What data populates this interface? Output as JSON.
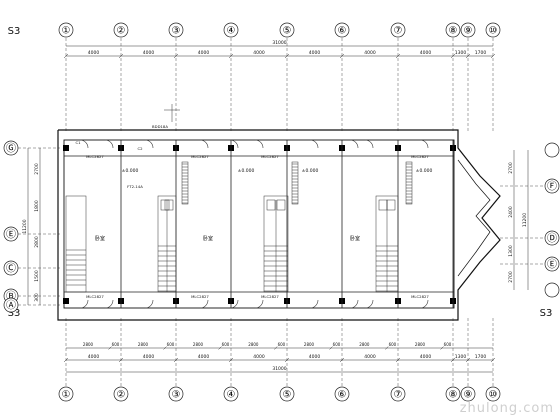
{
  "drawing": {
    "section_marks": [
      "S3",
      "S3"
    ],
    "top_axes": [
      "①",
      "②",
      "③",
      "④",
      "⑤",
      "⑥",
      "⑦",
      "⑧",
      "⑨",
      "⑩"
    ],
    "bottom_axes": [
      "①",
      "②",
      "③",
      "④",
      "⑤",
      "⑥",
      "⑦",
      "⑧",
      "⑨",
      "⑩"
    ],
    "left_axes": [
      "Ⓖ",
      "Ⓔ",
      "Ⓒ",
      "Ⓑ",
      "Ⓐ"
    ],
    "right_axes": [
      "Ⓕ",
      "Ⓓ",
      "Ⓔ"
    ],
    "top_dims": [
      "4000",
      "4000",
      "4000",
      "4000",
      "4000",
      "4000",
      "4000",
      "1300",
      "1700"
    ],
    "top_total": "31000",
    "bottom_detail_dims": [
      "2800",
      "600",
      "2800",
      "600",
      "2800",
      "600",
      "2800",
      "600",
      "2800",
      "600",
      "2800",
      "600",
      "2800",
      "600"
    ],
    "bottom_dims": [
      "4000",
      "4000",
      "4000",
      "4000",
      "4000",
      "4000",
      "4000",
      "1300",
      "1700"
    ],
    "bottom_total": "31000",
    "left_dims": [
      "2700",
      "1800",
      "2800",
      "1500",
      "300"
    ],
    "left_total": "11200",
    "right_dims": [
      "2700",
      "2400",
      "1300",
      "2700"
    ],
    "right_total": "11200",
    "room_labels": [
      "卧室",
      "卧室",
      "卧室"
    ],
    "elevation_labels": [
      "±0.000",
      "±0.000",
      "±0.000",
      "±0.000"
    ],
    "door_labels": [
      "MLC2827",
      "MLC2827",
      "MLC2827",
      "MLC2827",
      "MLC2827",
      "MLC2827",
      "MLC2827",
      "MLC2827"
    ],
    "note_labels": [
      "BDD18A",
      "FT2-14A",
      "C1",
      "C2"
    ],
    "watermark": "zhulong.com"
  }
}
